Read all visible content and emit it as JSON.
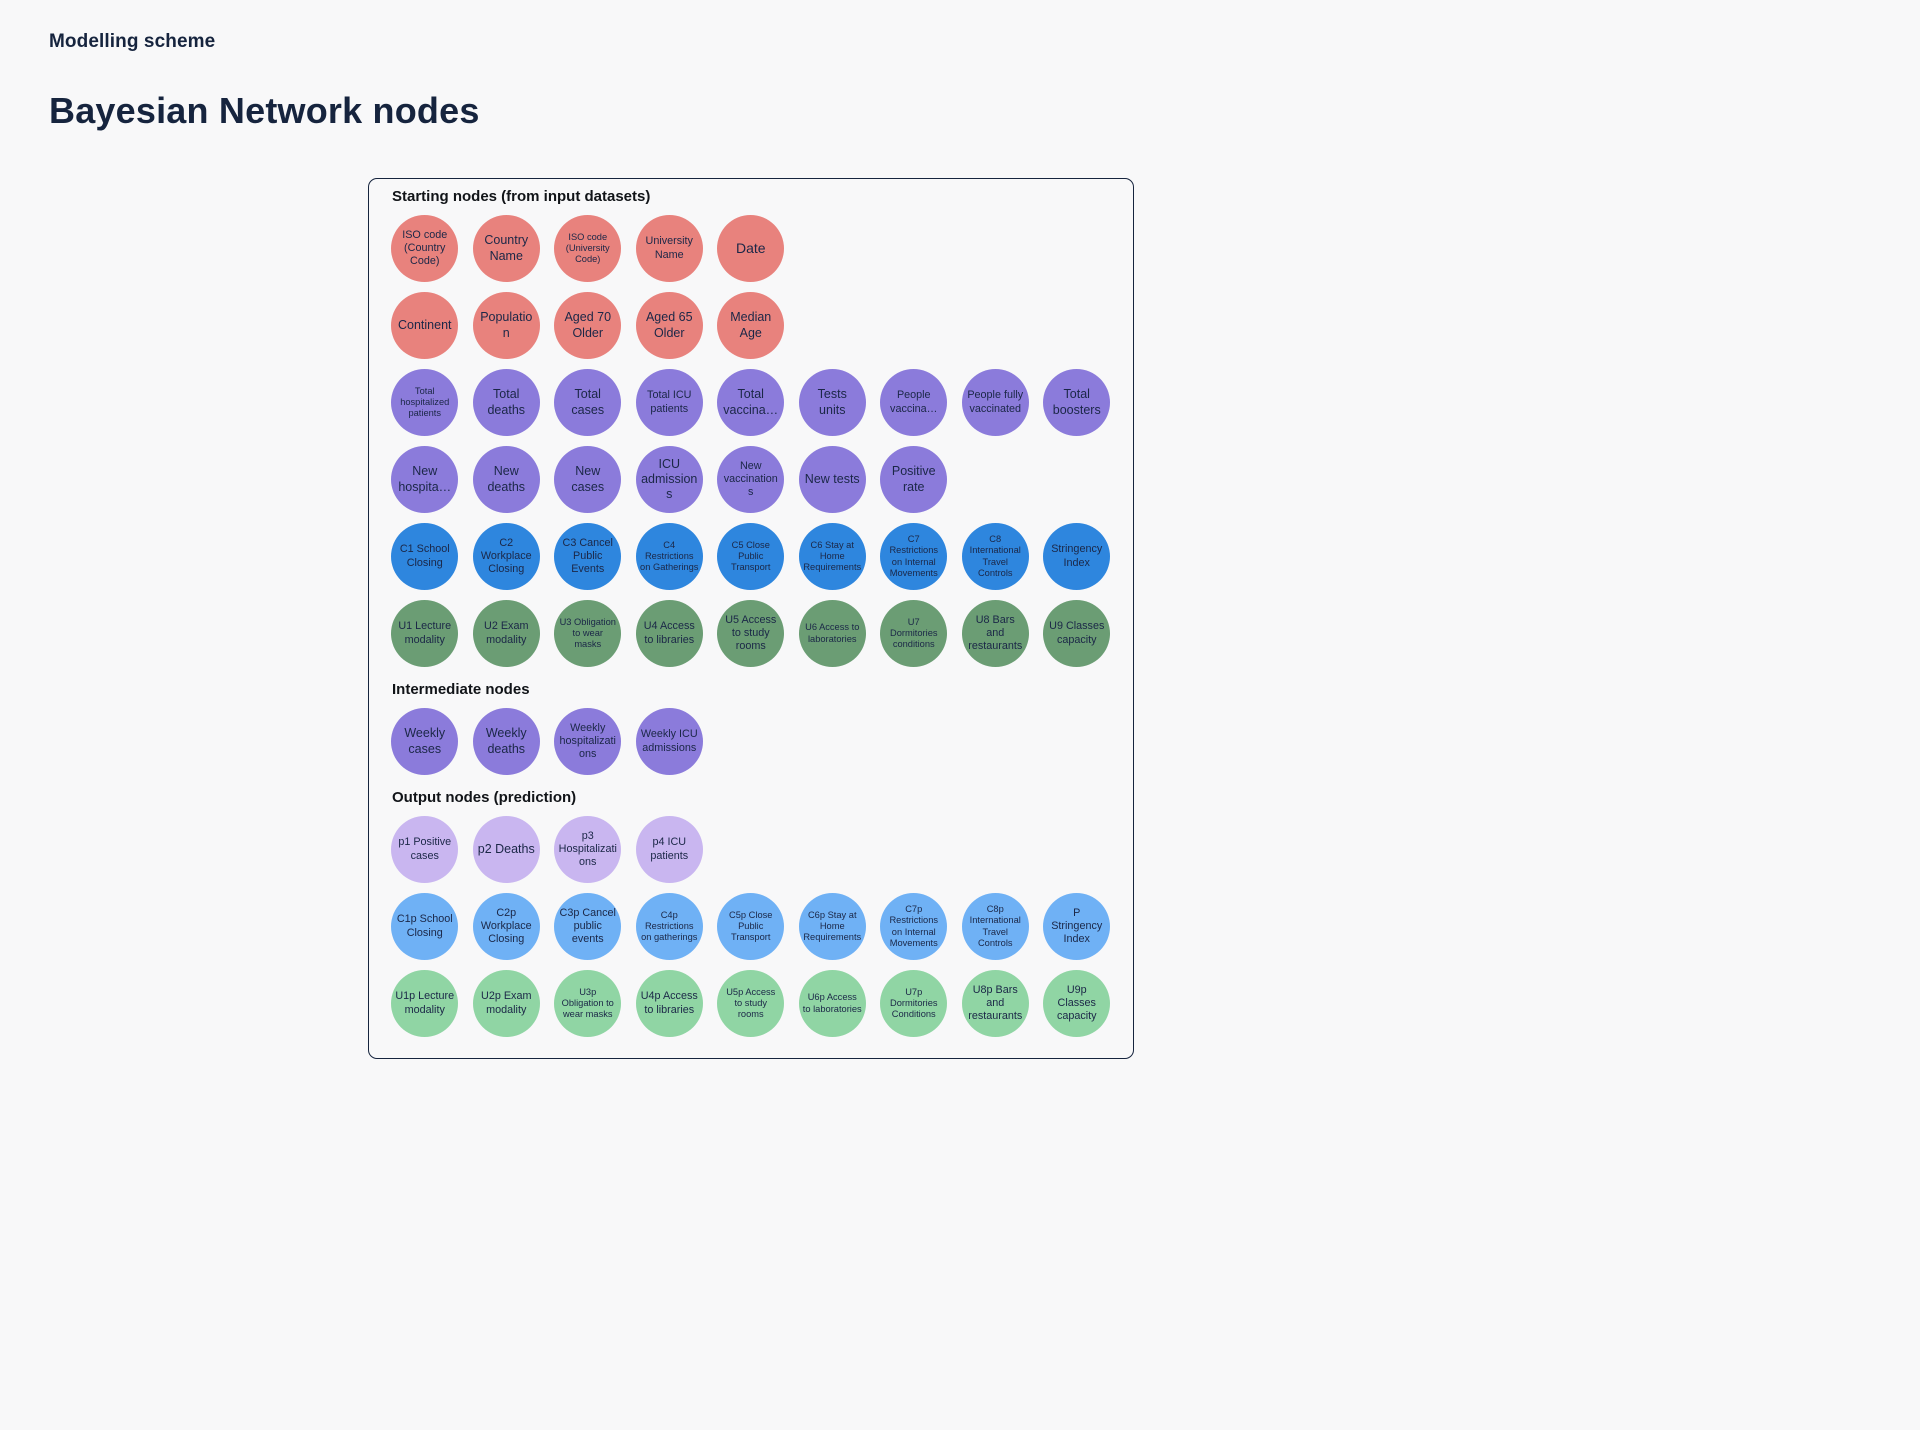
{
  "page": {
    "eyebrow": "Modelling scheme",
    "title": "Bayesian Network nodes"
  },
  "palette": {
    "salmon": "#E8827D",
    "purple": "#8B7BDB",
    "blue": "#2E86DE",
    "green": "#6B9D74",
    "lavender": "#C9B6F0",
    "sky": "#6FB1F5",
    "mint": "#90D5A4"
  },
  "text_color": "#1B2747",
  "panel": {
    "sections": [
      {
        "heading": "Starting nodes (from input datasets)",
        "rows": [
          {
            "color": "salmon",
            "nodes": [
              "ISO code (Country Code)",
              "Country Name",
              "ISO code (University Code)",
              "University Name",
              "Date"
            ]
          },
          {
            "color": "salmon",
            "nodes": [
              "Continent",
              "Population",
              "Aged 70 Older",
              "Aged 65 Older",
              "Median Age"
            ]
          },
          {
            "color": "purple",
            "nodes": [
              "Total hospitalized patients",
              "Total deaths",
              "Total cases",
              "Total ICU patients",
              "Total vaccina…",
              "Tests units",
              "People vaccina…",
              "People fully vaccinated",
              "Total boosters"
            ]
          },
          {
            "color": "purple",
            "nodes": [
              "New hospita…",
              "New deaths",
              "New cases",
              "ICU admissions",
              "New vaccinations",
              "New tests",
              "Positive rate"
            ]
          },
          {
            "color": "blue",
            "nodes": [
              "C1 School Closing",
              "C2 Workplace Closing",
              "C3 Cancel Public Events",
              "C4 Restrictions on Gatherings",
              "C5 Close Public Transport",
              "C6 Stay at Home Requirements",
              "C7 Restrictions on Internal Movements",
              "C8 International Travel Controls",
              "Stringency Index"
            ]
          },
          {
            "color": "green",
            "nodes": [
              "U1 Lecture modality",
              "U2 Exam modality",
              "U3 Obligation to wear masks",
              "U4 Access to libraries",
              "U5 Access to study rooms",
              "U6 Access to laboratories",
              "U7 Dormitories conditions",
              "U8 Bars and restaurants",
              "U9 Classes capacity"
            ]
          }
        ]
      },
      {
        "heading": "Intermediate nodes",
        "rows": [
          {
            "color": "purple",
            "nodes": [
              "Weekly cases",
              "Weekly deaths",
              "Weekly hospitalizations",
              "Weekly ICU admissions"
            ]
          }
        ]
      },
      {
        "heading": "Output nodes (prediction)",
        "rows": [
          {
            "color": "lavender",
            "nodes": [
              "p1 Positive cases",
              "p2 Deaths",
              "p3 Hospitalizations",
              "p4 ICU patients"
            ]
          },
          {
            "color": "sky",
            "nodes": [
              "C1p School Closing",
              "C2p Workplace Closing",
              "C3p Cancel public events",
              "C4p Restrictions on gatherings",
              "C5p Close Public Transport",
              "C6p Stay at Home Requirements",
              "C7p Restrictions on Internal Movements",
              "C8p International Travel Controls",
              "P Stringency Index"
            ]
          },
          {
            "color": "mint",
            "nodes": [
              "U1p Lecture modality",
              "U2p Exam modality",
              "U3p Obligation to wear masks",
              "U4p Access to libraries",
              "U5p Access to study rooms",
              "U6p Access to laboratories",
              "U7p Dormitories Conditions",
              "U8p Bars and restaurants",
              "U9p Classes capacity"
            ]
          }
        ]
      }
    ]
  }
}
